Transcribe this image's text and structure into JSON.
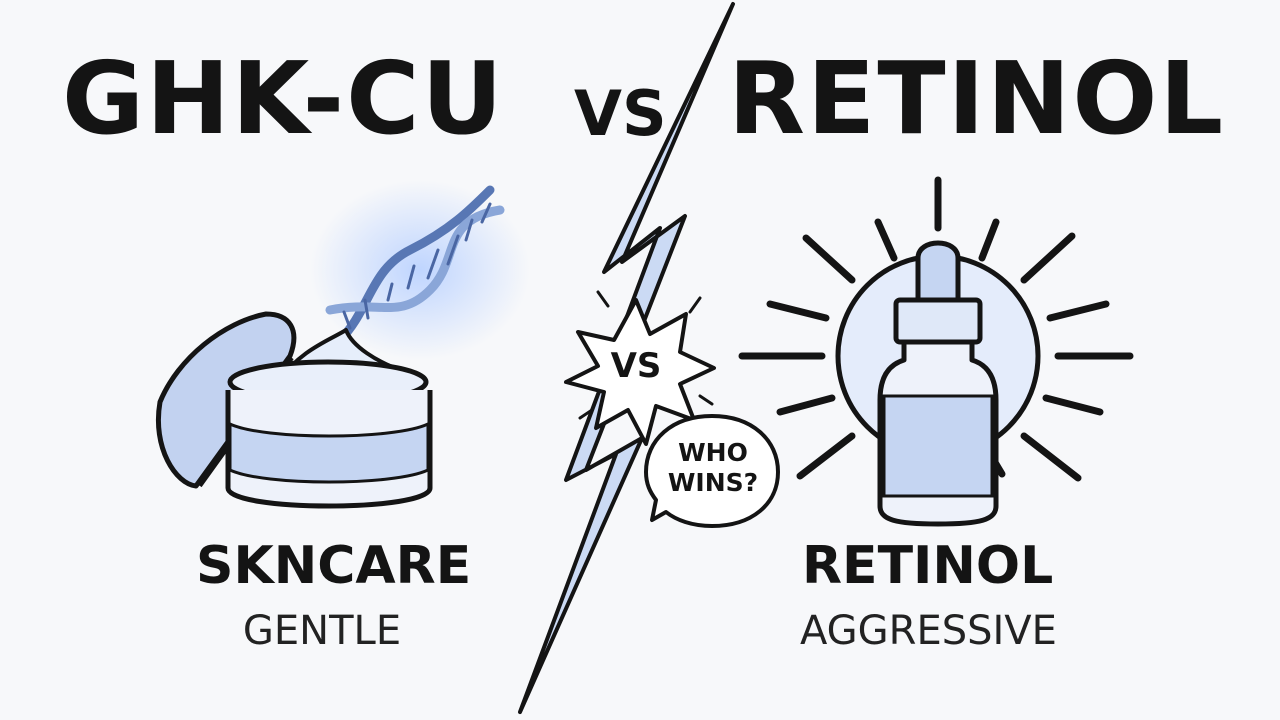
{
  "title": {
    "left": "GHK-CU",
    "vs": "VS",
    "right": "RETINOL"
  },
  "left_panel": {
    "label": "SKNCARE",
    "sublabel": "GENTLE",
    "icon": "cream-jar-with-dna-icon"
  },
  "right_panel": {
    "label": "RETINOL",
    "sublabel": "AGGRESSIVE",
    "icon": "serum-dropper-bottle-icon"
  },
  "center": {
    "burst_text": "VS",
    "bubble_line1": "WHO",
    "bubble_line2": "WINS?",
    "icon": "lightning-bolt-icon"
  },
  "colors": {
    "background": "#f7f8fa",
    "ink": "#141414",
    "accent_blue": "#c5d5f2",
    "light_blue": "#dde7f7"
  }
}
